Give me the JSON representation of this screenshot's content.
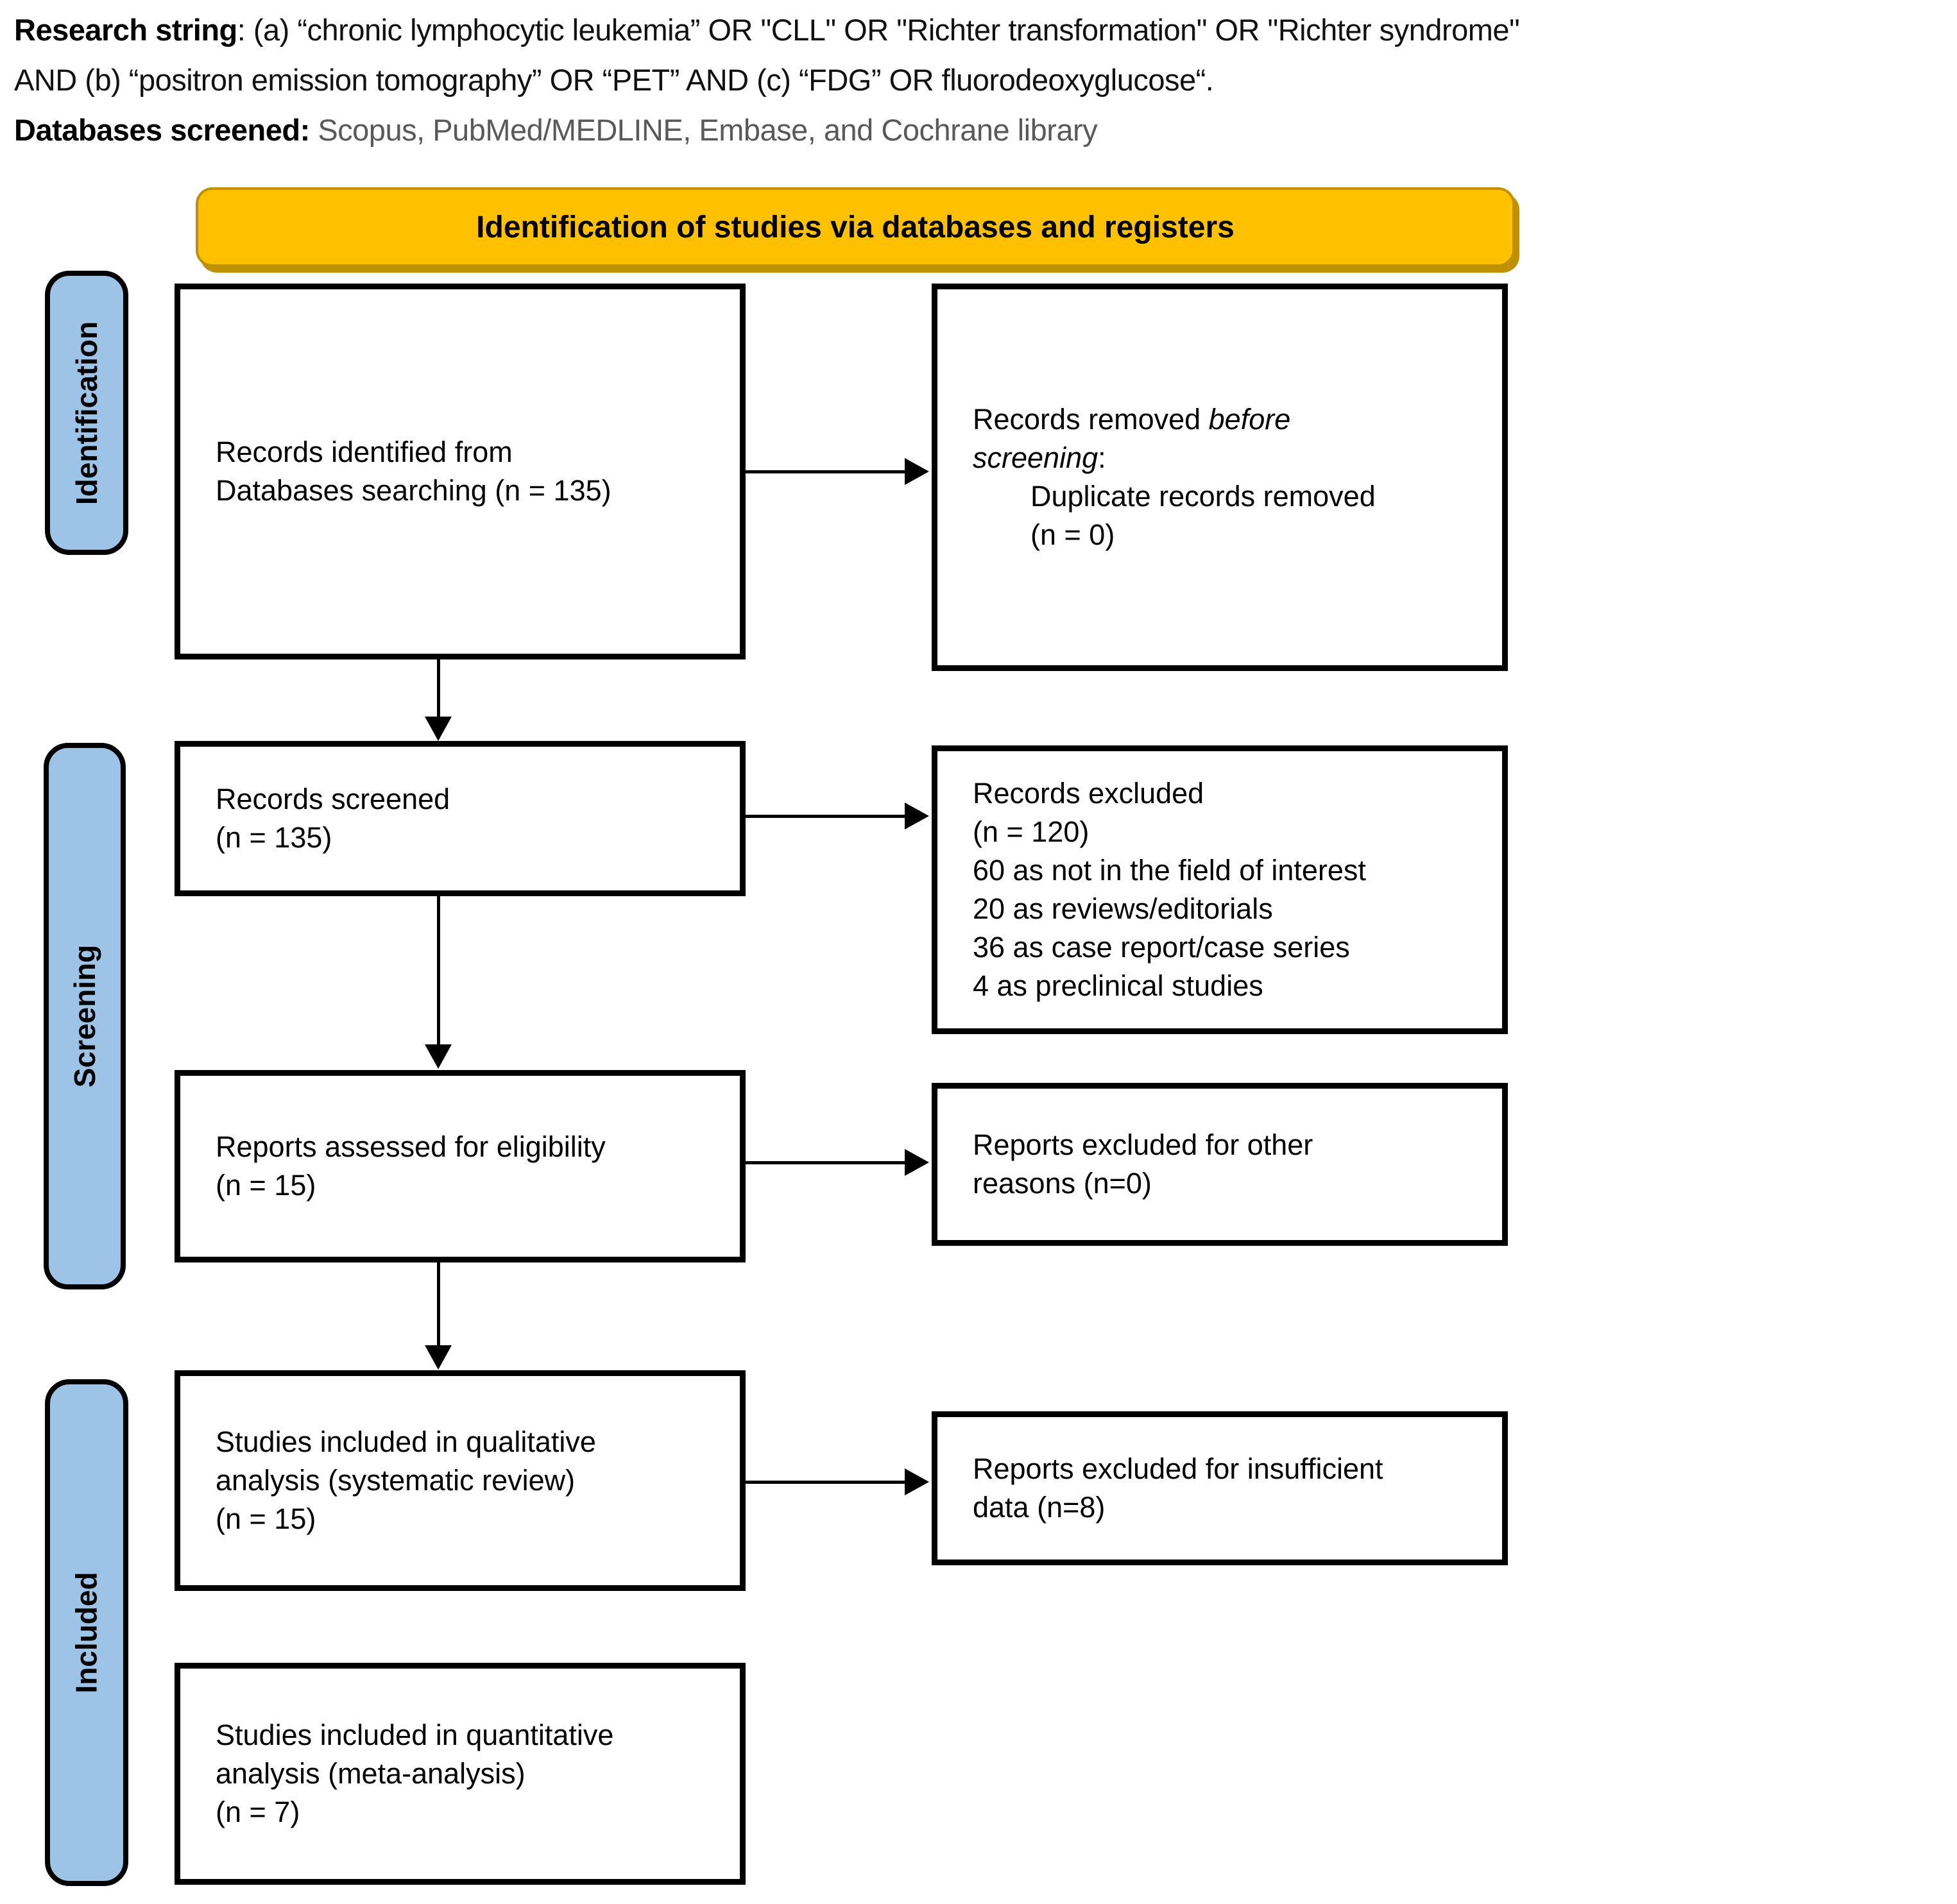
{
  "header": {
    "line1_label": "Research string",
    "line1_text": ": (a) “chronic lymphocytic leukemia” OR \"CLL\" OR \"Richter transformation\" OR \"Richter syndrome\"",
    "line2_text": "AND (b) “positron emission tomography” OR “PET” AND (c) “FDG” OR fluorodeoxyglucose“.",
    "line3_label": "Databases screened:",
    "line3_text": " Scopus, PubMed/MEDLINE, Embase, and Cochrane library"
  },
  "banner": {
    "title": "Identification of studies via databases and registers",
    "fill": "#FFC000",
    "border": "#BF9000"
  },
  "stages": {
    "fill": "#9DC3E6",
    "identification": "Identification",
    "screening": "Screening",
    "included": "Included"
  },
  "boxes": {
    "identified": {
      "lines": [
        "Records identified from",
        "Databases searching (n = 135)"
      ]
    },
    "removed": {
      "pre": "Records removed ",
      "italic1": "before",
      "italic2": "screening",
      "post": ":",
      "sub_lines": [
        "Duplicate records removed",
        "(n = 0)"
      ]
    },
    "screened": {
      "lines": [
        "Records screened",
        "(n = 135)"
      ]
    },
    "excluded": {
      "lines": [
        "Records excluded",
        "(n = 120)",
        "60 as not in the field of interest",
        "20 as reviews/editorials",
        "36 as case report/case series",
        "4 as preclinical studies"
      ]
    },
    "assessed": {
      "lines": [
        "Reports assessed for eligibility",
        "(n = 15)"
      ]
    },
    "excluded_other": {
      "lines": [
        "Reports excluded for other",
        "reasons (n=0)"
      ]
    },
    "qualitative": {
      "lines": [
        "Studies included in qualitative",
        "analysis (systematic review)",
        "(n = 15)"
      ]
    },
    "excluded_insufficient": {
      "lines": [
        "Reports excluded for insufficient",
        "data (n=8)"
      ]
    },
    "quantitative": {
      "lines": [
        "Studies included in quantitative",
        "analysis (meta-analysis)",
        "(n = 7)"
      ]
    }
  }
}
